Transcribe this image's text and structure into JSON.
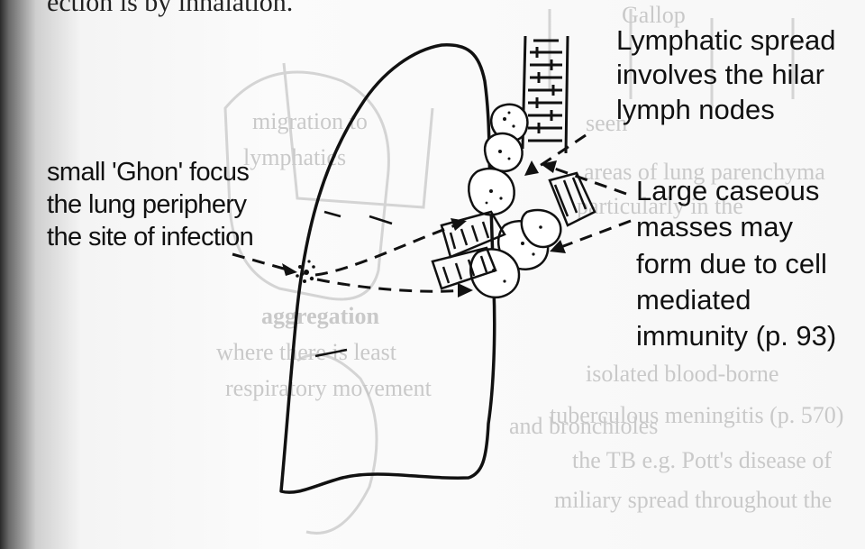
{
  "top_text": "ection is by inhalation.",
  "left_label": {
    "lines": [
      "small 'Ghon' focus",
      "the lung periphery",
      "the site of infection"
    ]
  },
  "right_top_label": {
    "lines": [
      "Lymphatic spread",
      "involves the hilar",
      "lymph nodes"
    ]
  },
  "right_bottom_label": {
    "lines": [
      "Large caseous",
      "masses may",
      "form due to cell",
      "mediated",
      "immunity (p. 93)"
    ]
  },
  "show_through_text": [
    "Gallop",
    "seen",
    "areas of lung parenchyma",
    "particularly in the",
    "aggregation",
    "where there is least",
    "respiratory movement",
    "isolated blood-borne",
    "tuberculous meningitis (p. 570)",
    "the TB e.g. Pott's disease of",
    "miliary spread throughout the",
    "migration to",
    "lymphatics",
    "and bronchioles"
  ]
}
